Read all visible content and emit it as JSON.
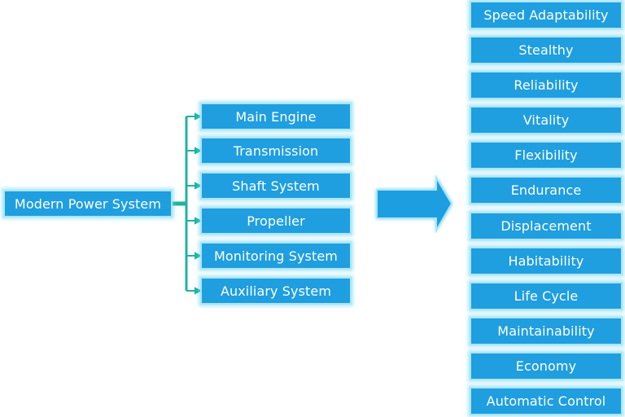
{
  "diagram": {
    "root": "Modern Power System",
    "components": [
      "Main Engine",
      "Transmission",
      "Shaft System",
      "Propeller",
      "Monitoring System",
      "Auxiliary System"
    ],
    "attributes": [
      "Speed Adaptability",
      "Stealthy",
      "Reliability",
      "Vitality",
      "Flexibility",
      "Endurance",
      "Displacement",
      "Habitability",
      "Life Cycle",
      "Maintainability",
      "Economy",
      "Automatic Control"
    ],
    "colors": {
      "box_fill": "#1f9ee0",
      "box_glow": "#a8e7f7",
      "connector": "#1fb3a0",
      "arrow_fill": "#1f9ee0"
    }
  }
}
